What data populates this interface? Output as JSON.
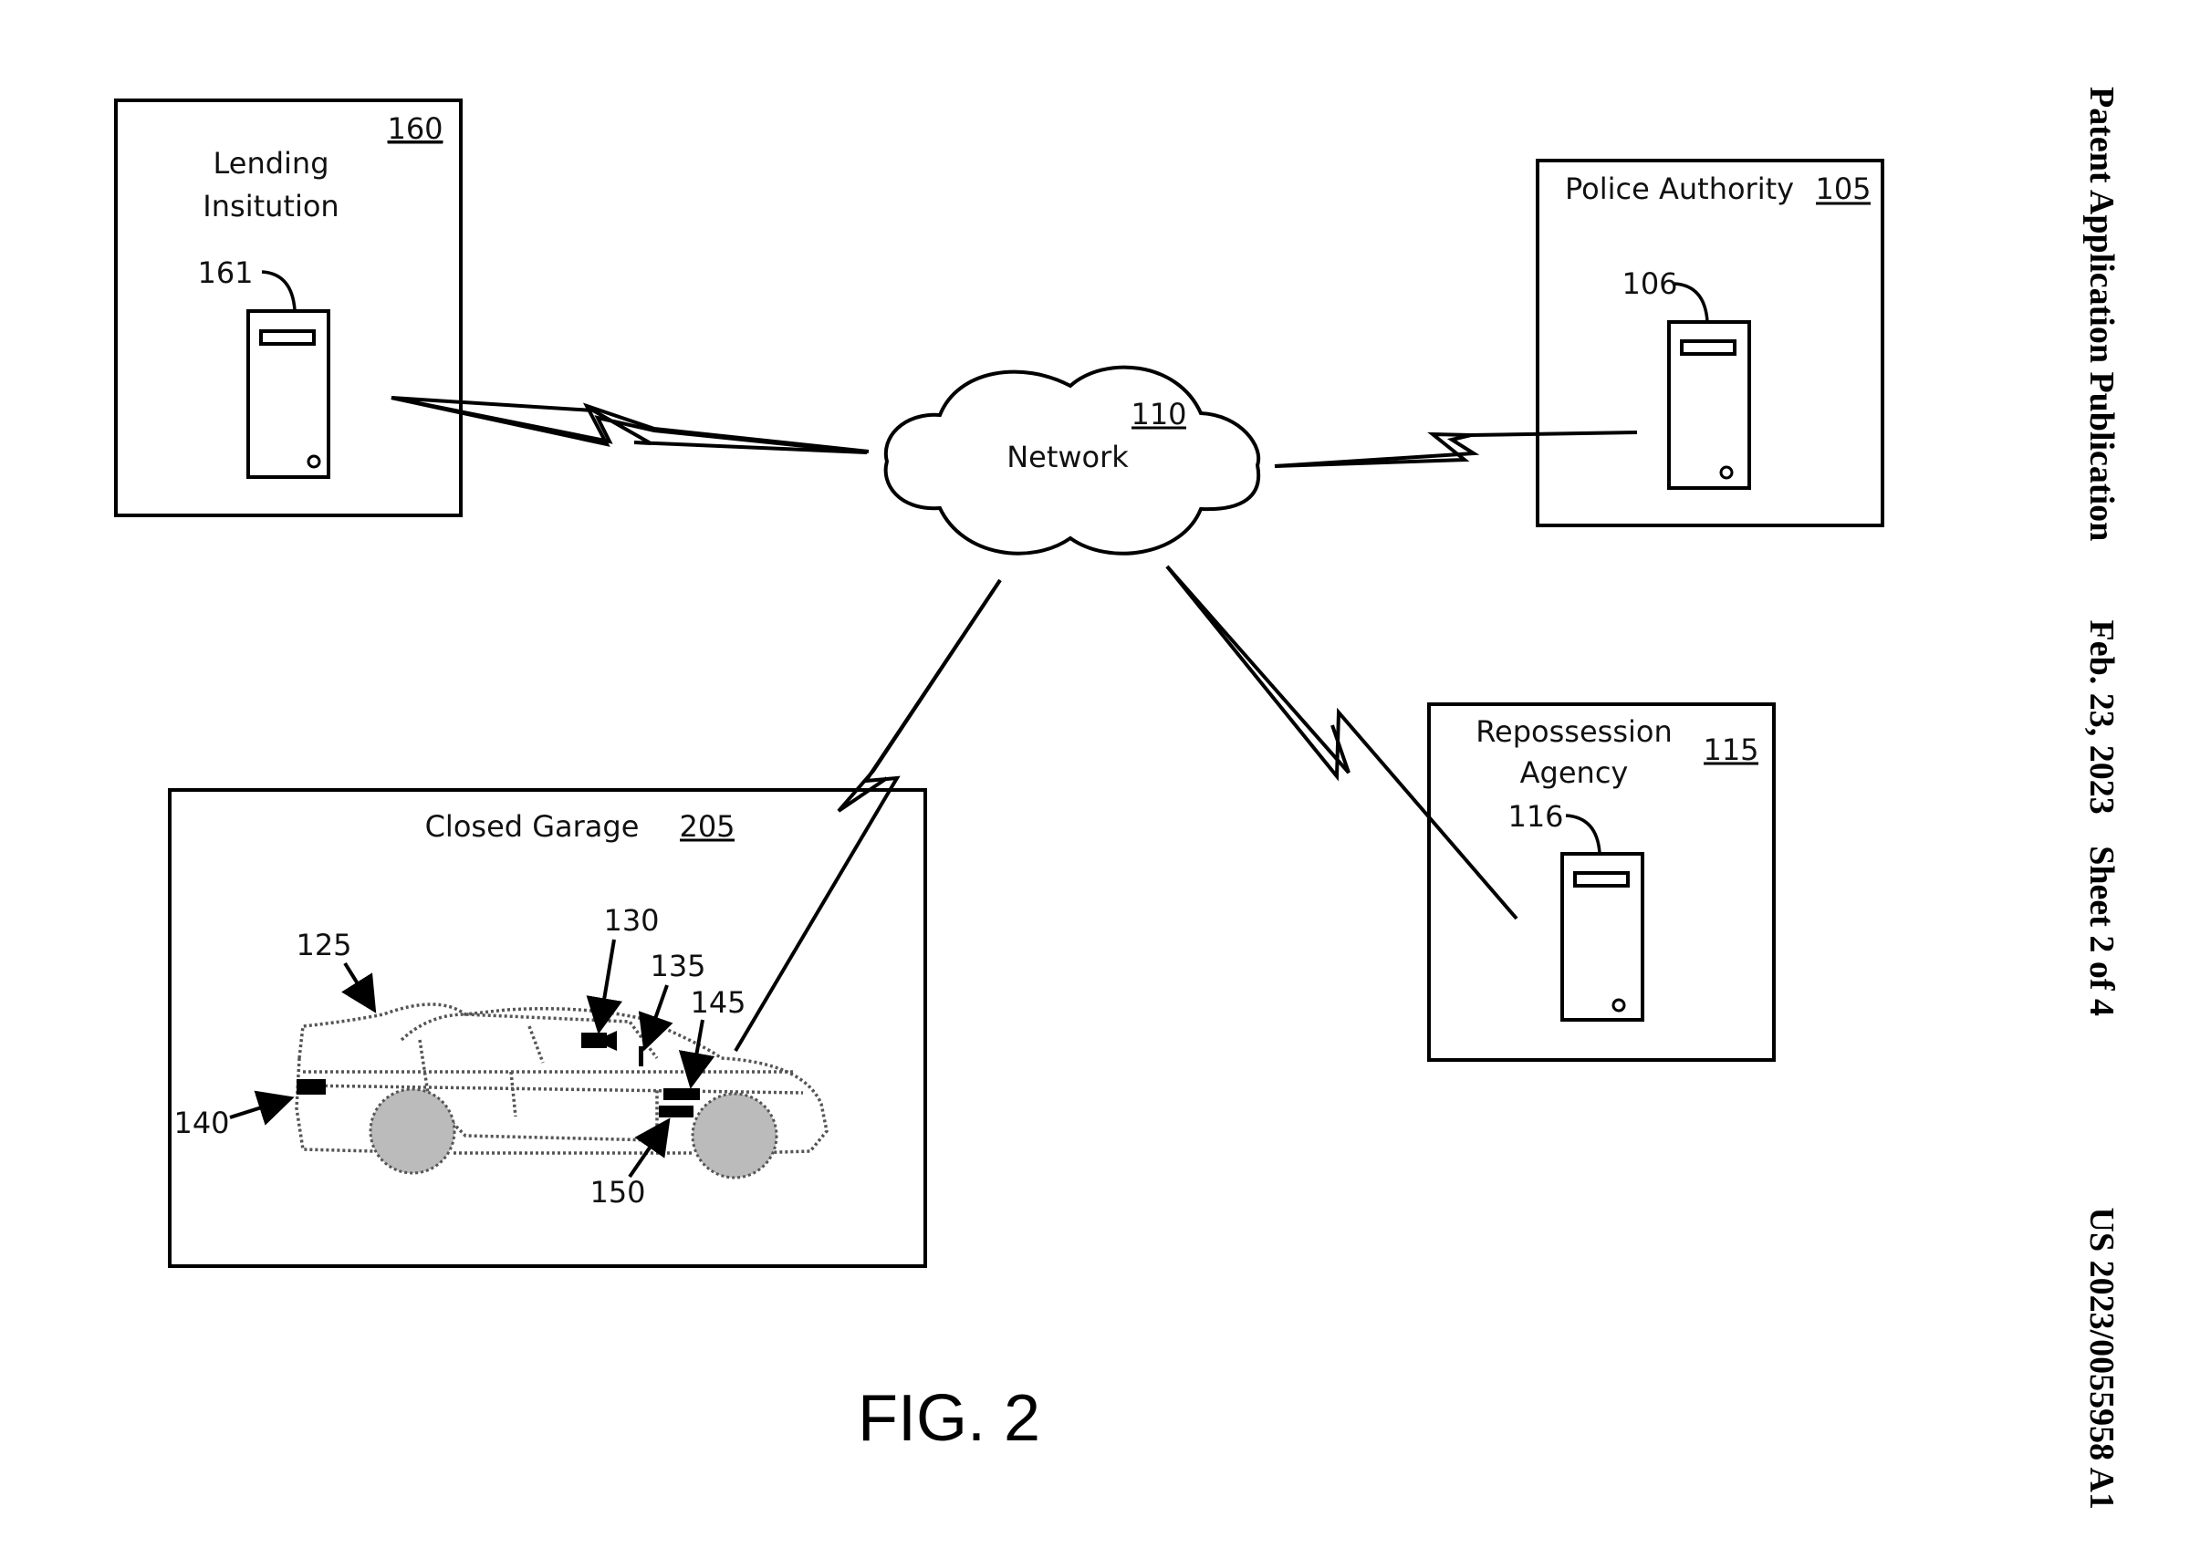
{
  "header": {
    "publication": "Patent Application Publication",
    "date": "Feb. 23, 2023",
    "sheet": "Sheet 2 of 4",
    "number": "US 2023/0055958 A1"
  },
  "figure_caption": "FIG. 2",
  "nodes": {
    "lending": {
      "title_line1": "Lending",
      "title_line2": "Insitution",
      "ref": "160",
      "server_ref": "161"
    },
    "police": {
      "title": "Police Authority",
      "ref": "105",
      "server_ref": "106"
    },
    "network": {
      "title": "Network",
      "ref": "110"
    },
    "repossession": {
      "title_line1": "Repossession",
      "title_line2": "Agency",
      "ref": "115",
      "server_ref": "116"
    },
    "garage": {
      "title": "Closed Garage",
      "ref": "205"
    }
  },
  "vehicle": {
    "ref": "125",
    "components": [
      {
        "ref": "130"
      },
      {
        "ref": "135"
      },
      {
        "ref": "145"
      },
      {
        "ref": "140"
      },
      {
        "ref": "150"
      }
    ]
  }
}
